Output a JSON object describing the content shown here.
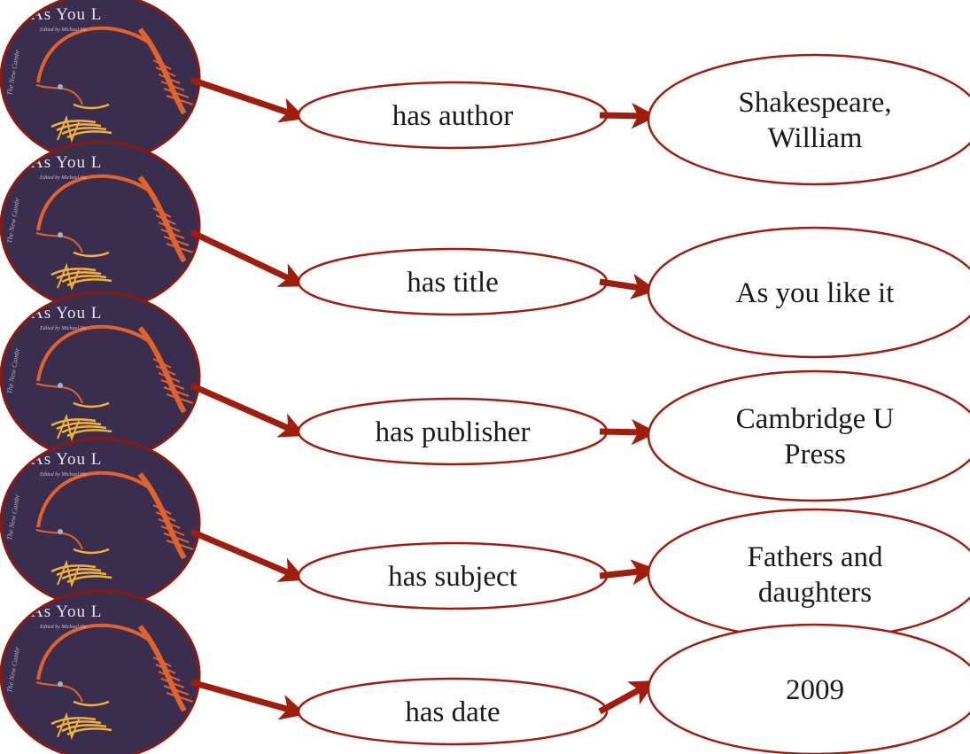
{
  "colors": {
    "arrow": "#a01d0e",
    "ellipse_stroke": "#a01d0e",
    "cover_bg": "#3a2d4e",
    "cover_stroke": "#8a1a0e",
    "cover_orange": "#e0622d",
    "cover_yellow": "#f2b23a"
  },
  "cover": {
    "title": "As You L",
    "subtitle": "Edited by Michael Ha",
    "series": "The New Cambr"
  },
  "statements": [
    {
      "predicate": "has author",
      "object_lines": [
        "Shakespeare,",
        "William"
      ]
    },
    {
      "predicate": "has title",
      "object_lines": [
        "As you like it"
      ]
    },
    {
      "predicate": "has publisher",
      "object_lines": [
        "Cambridge U",
        "Press"
      ]
    },
    {
      "predicate": "has subject",
      "object_lines": [
        "Fathers and",
        "daughters"
      ]
    },
    {
      "predicate": "has date",
      "object_lines": [
        "2009"
      ]
    }
  ]
}
